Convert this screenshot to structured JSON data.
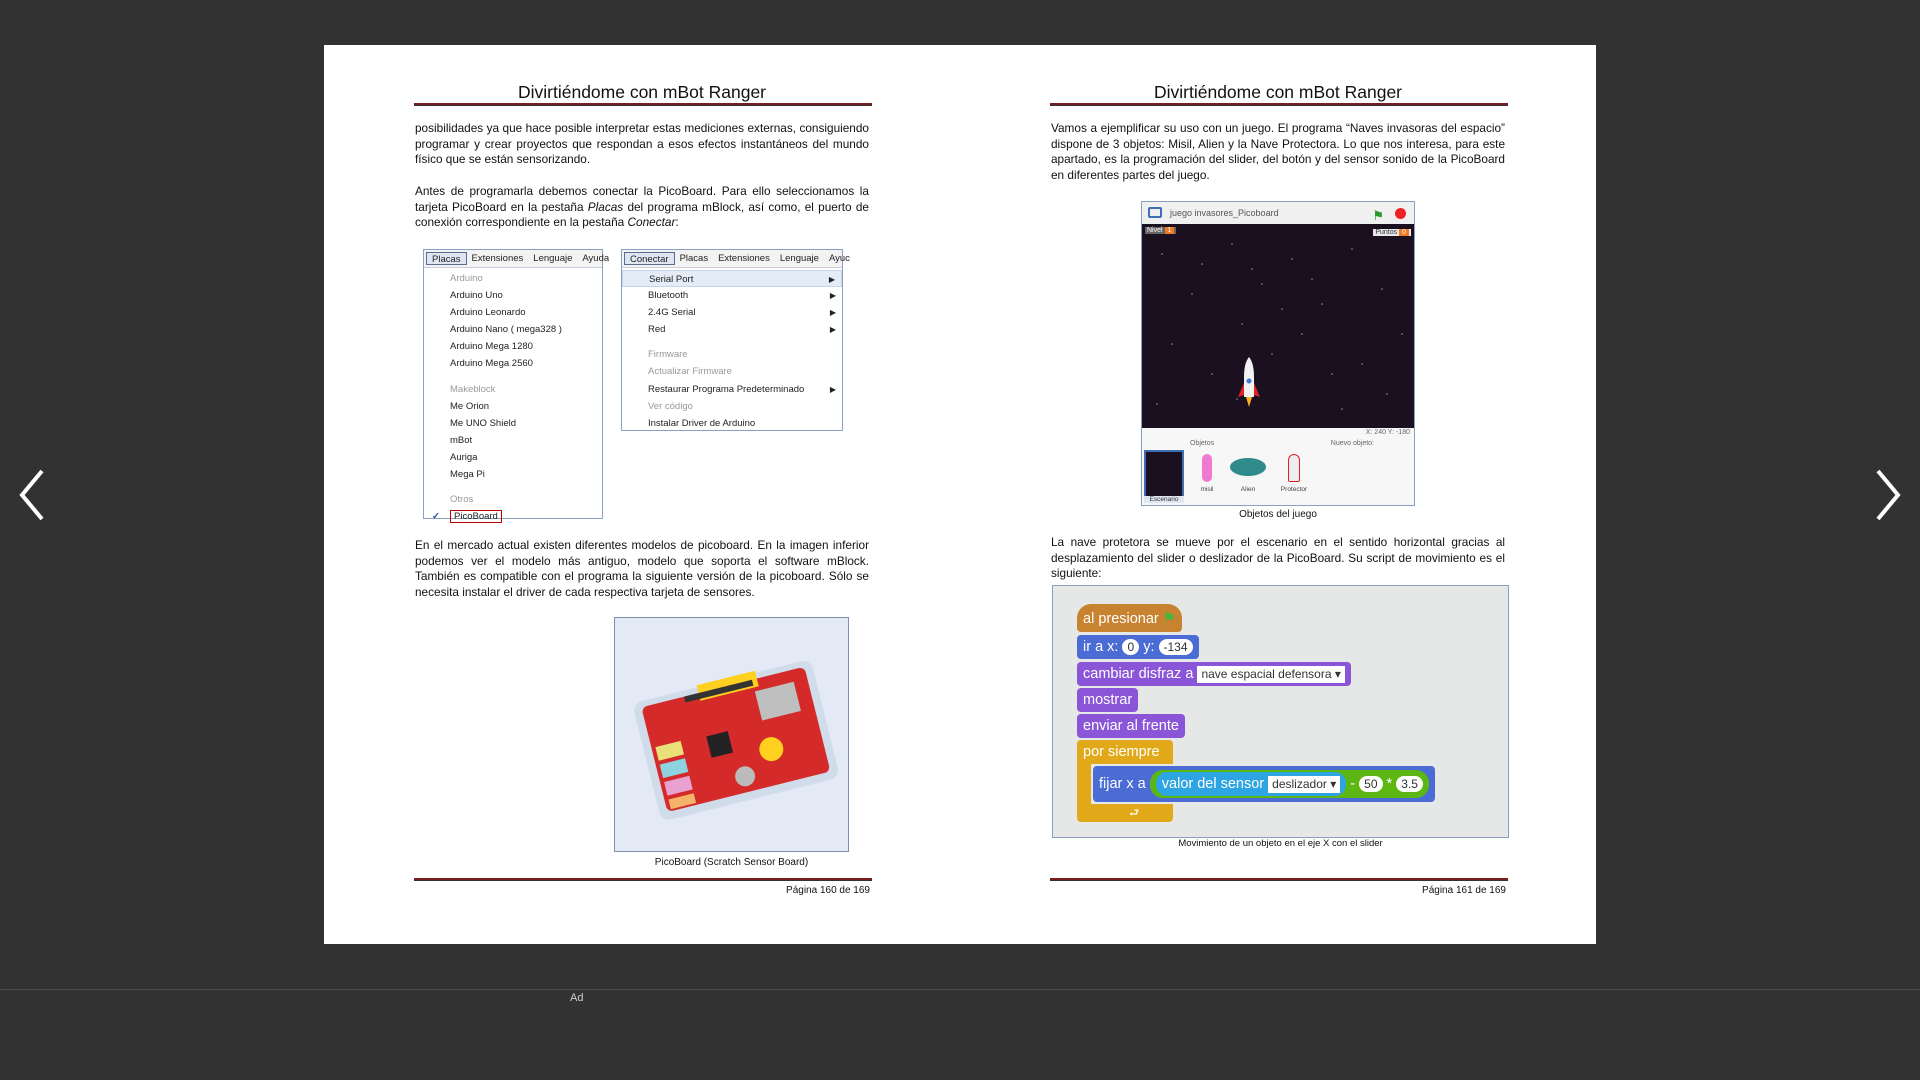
{
  "viewer": {
    "prev_icon": "chevron-left-icon",
    "next_icon": "chevron-right-icon",
    "ad_label": "Ad"
  },
  "left_page": {
    "header": "Divirtiéndome con mBot Ranger",
    "para1": "posibilidades ya que hace posible interpretar estas mediciones externas, consiguiendo programar y crear proyectos que respondan a esos efectos instantáneos del mundo físico que se están sensorizando.",
    "para2_a": "Antes de programarla debemos conectar la PicoBoard. Para ello seleccionamos la tarjeta PicoBoard en la pestaña ",
    "para2_b": "Placas",
    "para2_c": " del programa mBlock, así como, el puerto de conexión correspondiente en la pestaña ",
    "para2_d": "Conectar",
    "para2_e": ":",
    "menu_placas": {
      "bar": [
        "Placas",
        "Extensiones",
        "Lenguaje",
        "Ayuda"
      ],
      "items": [
        "Arduino",
        "Arduino Uno",
        "Arduino Leonardo",
        "Arduino Nano ( mega328 )",
        "Arduino Mega 1280",
        "Arduino Mega 2560",
        "Makeblock",
        "Me Orion",
        "Me UNO Shield",
        "mBot",
        "Auriga",
        "Mega Pi",
        "Otros",
        "PicoBoard"
      ]
    },
    "menu_conectar": {
      "bar": [
        "Conectar",
        "Placas",
        "Extensiones",
        "Lenguaje",
        "Ayuc"
      ],
      "items": [
        "Serial Port",
        "Bluetooth",
        "2.4G Serial",
        "Red",
        "Firmware",
        "Actualizar Firmware",
        "Restaurar Programa Predeterminado",
        "Ver código",
        "Instalar Driver de Arduino"
      ]
    },
    "para3": "En el mercado actual existen diferentes modelos de picoboard. En la imagen inferior podemos ver el modelo más antiguo, modelo que soporta el software mBlock. También es compatible con el programa la siguiente versión de la picoboard. Sólo se necesita instalar el driver de cada respectiva tarjeta de sensores.",
    "caption": "PicoBoard (Scratch Sensor Board)",
    "page_number": "Página 160 de 169"
  },
  "right_page": {
    "header": "Divirtiéndome con mBot Ranger",
    "para1": "Vamos a ejemplificar su uso con un juego. El programa “Naves invasoras del espacio” dispone de 3 objetos: Misil, Alien y la Nave Protectora. Lo que nos interesa, para este apartado, es la programación del slider, del botón y del sensor sonido de la PicoBoard en diferentes partes del juego.",
    "game": {
      "title": "juego invasores_Picoboard",
      "nivel_label": "Nivel",
      "nivel_value": "1",
      "puntos_label": "Puntos",
      "puntos_value": "0",
      "coords": "X: 240  Y: -180",
      "objetos_label": "Objetos",
      "nuevo_objeto": "Nuevo objeto:",
      "escenario": "Escenario",
      "sprites": [
        "misil",
        "Alien",
        "Protector"
      ]
    },
    "caption1": "Objetos del juego",
    "para2": "La nave protetora se mueve por el escenario en el sentido horizontal gracias al desplazamiento del slider o deslizador de la PicoBoard. Su script de movimiento es el siguiente:",
    "script": {
      "hat": "al presionar",
      "goto_a": "ir a x:",
      "goto_x": "0",
      "goto_b": "y:",
      "goto_y": "-134",
      "costume": "cambiar disfraz a",
      "costume_value": "nave espacial defensora",
      "show": "mostrar",
      "front": "enviar al frente",
      "forever": "por siempre",
      "setx": "fijar x a",
      "sensor": "valor del sensor",
      "sensor_value": "deslizador",
      "minus": "-",
      "minus_value": "50",
      "times": "*",
      "times_value": "3.5"
    },
    "caption2": "Movimiento de un objeto en el eje X con el slider",
    "page_number": "Página 161 de 169"
  },
  "colors": {
    "viewer_bg": "#323232",
    "rule": "#7a1f1f"
  }
}
